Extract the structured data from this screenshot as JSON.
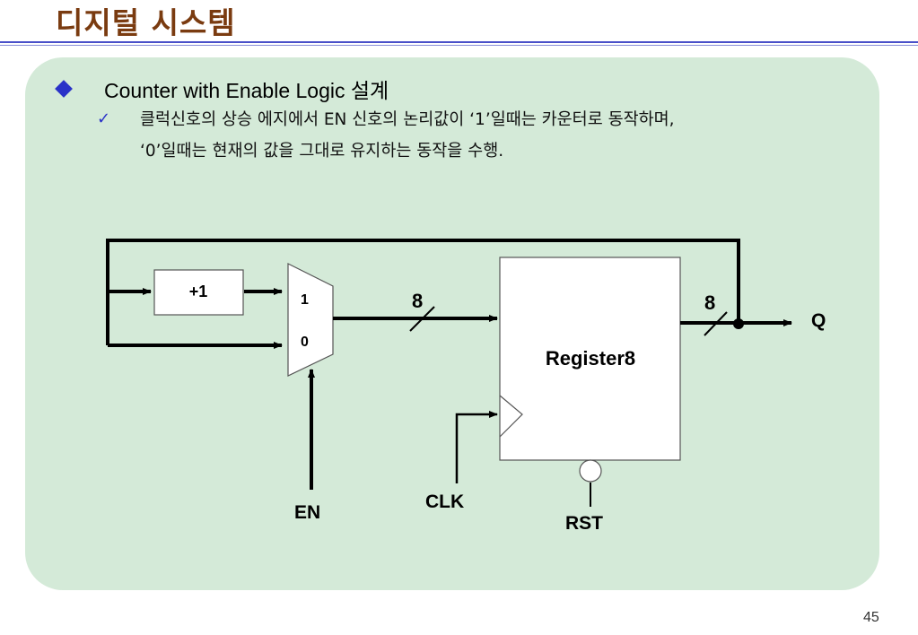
{
  "header": {
    "title": "디지털 시스템"
  },
  "content": {
    "heading": "Counter with Enable Logic 설계",
    "description_line1": "클럭신호의 상승 에지에서 EN 신호의 논리값이 ‘1’일때는 카운터로 동작하며,",
    "description_line2": "‘0’일때는 현재의 값을 그대로 유지하는 동작을 수행."
  },
  "diagram": {
    "increment_label": "+1",
    "mux_input_1": "1",
    "mux_input_0": "0",
    "bus_width_in": "8",
    "bus_width_out": "8",
    "register_label": "Register8",
    "output_label": "Q",
    "enable_label": "EN",
    "clock_label": "CLK",
    "reset_label": "RST"
  },
  "footer": {
    "page_number": "45"
  },
  "colors": {
    "title": "#7a3b10",
    "rule": "#4a50c8",
    "panel": "#d4ead8",
    "bullet": "#2a32c8"
  }
}
